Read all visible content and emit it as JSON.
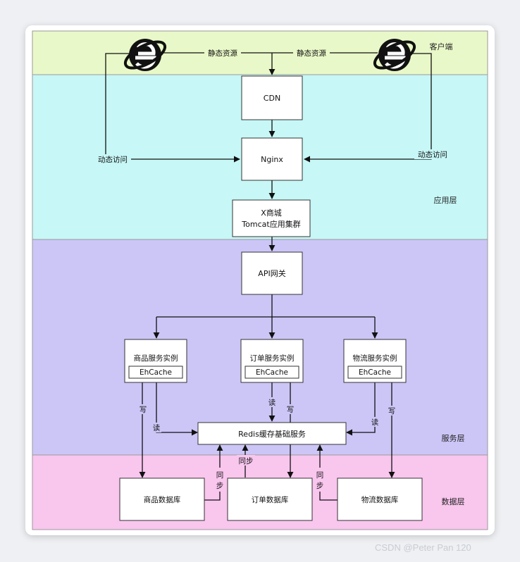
{
  "layers": {
    "client": {
      "label": "客户端",
      "color": "#e9f8c8"
    },
    "application": {
      "label": "应用层",
      "color": "#c7f7f7"
    },
    "service": {
      "label": "服务层",
      "color": "#ccc6f7"
    },
    "data": {
      "label": "数据层",
      "color": "#f9c6ee"
    }
  },
  "browser_icon": "internet-explorer-icon",
  "edges": {
    "static_resource": "静态资源",
    "dynamic_access": "动态访问",
    "read": "读",
    "write": "写",
    "sync": "同步"
  },
  "nodes": {
    "cdn": "CDN",
    "nginx": "Nginx",
    "x_mall": "X商城",
    "tomcat_cluster": "Tomcat应用集群",
    "api_gateway": "API网关",
    "product_service": "商品服务实例",
    "order_service": "订单服务实例",
    "logistics_service": "物流服务实例",
    "ehcache": "EhCache",
    "redis": "Redis缓存基础服务",
    "product_db": "商品数据库",
    "order_db": "订单数据库",
    "logistics_db": "物流数据库"
  },
  "watermark": "CSDN @Peter Pan 120"
}
